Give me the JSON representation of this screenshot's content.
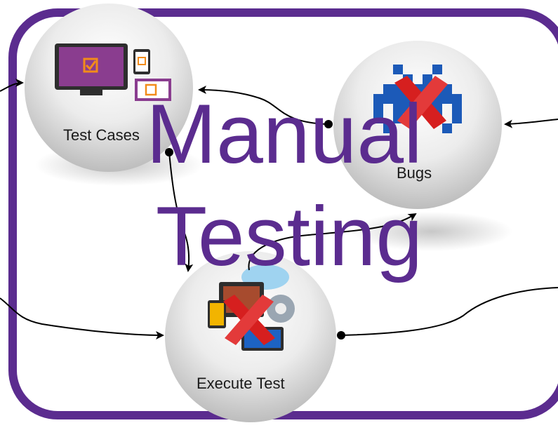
{
  "title": {
    "line1": "Manual",
    "line2": "Testing"
  },
  "nodes": {
    "test_cases": {
      "label": "Test Cases",
      "icon": "monitor-tablet-phone-checkbox-icon"
    },
    "bugs": {
      "label": "Bugs",
      "icon": "pixel-invader-crossed-icon"
    },
    "execute_test": {
      "label": "Execute Test",
      "icon": "devices-cloud-gear-crossed-icon"
    }
  },
  "colors": {
    "accent": "#5b2c8f",
    "checkbox_orange": "#f28c1a",
    "bug_blue": "#1c5ab8",
    "cross_red": "#d61f1f",
    "node_gray": "#d9d9d9"
  }
}
